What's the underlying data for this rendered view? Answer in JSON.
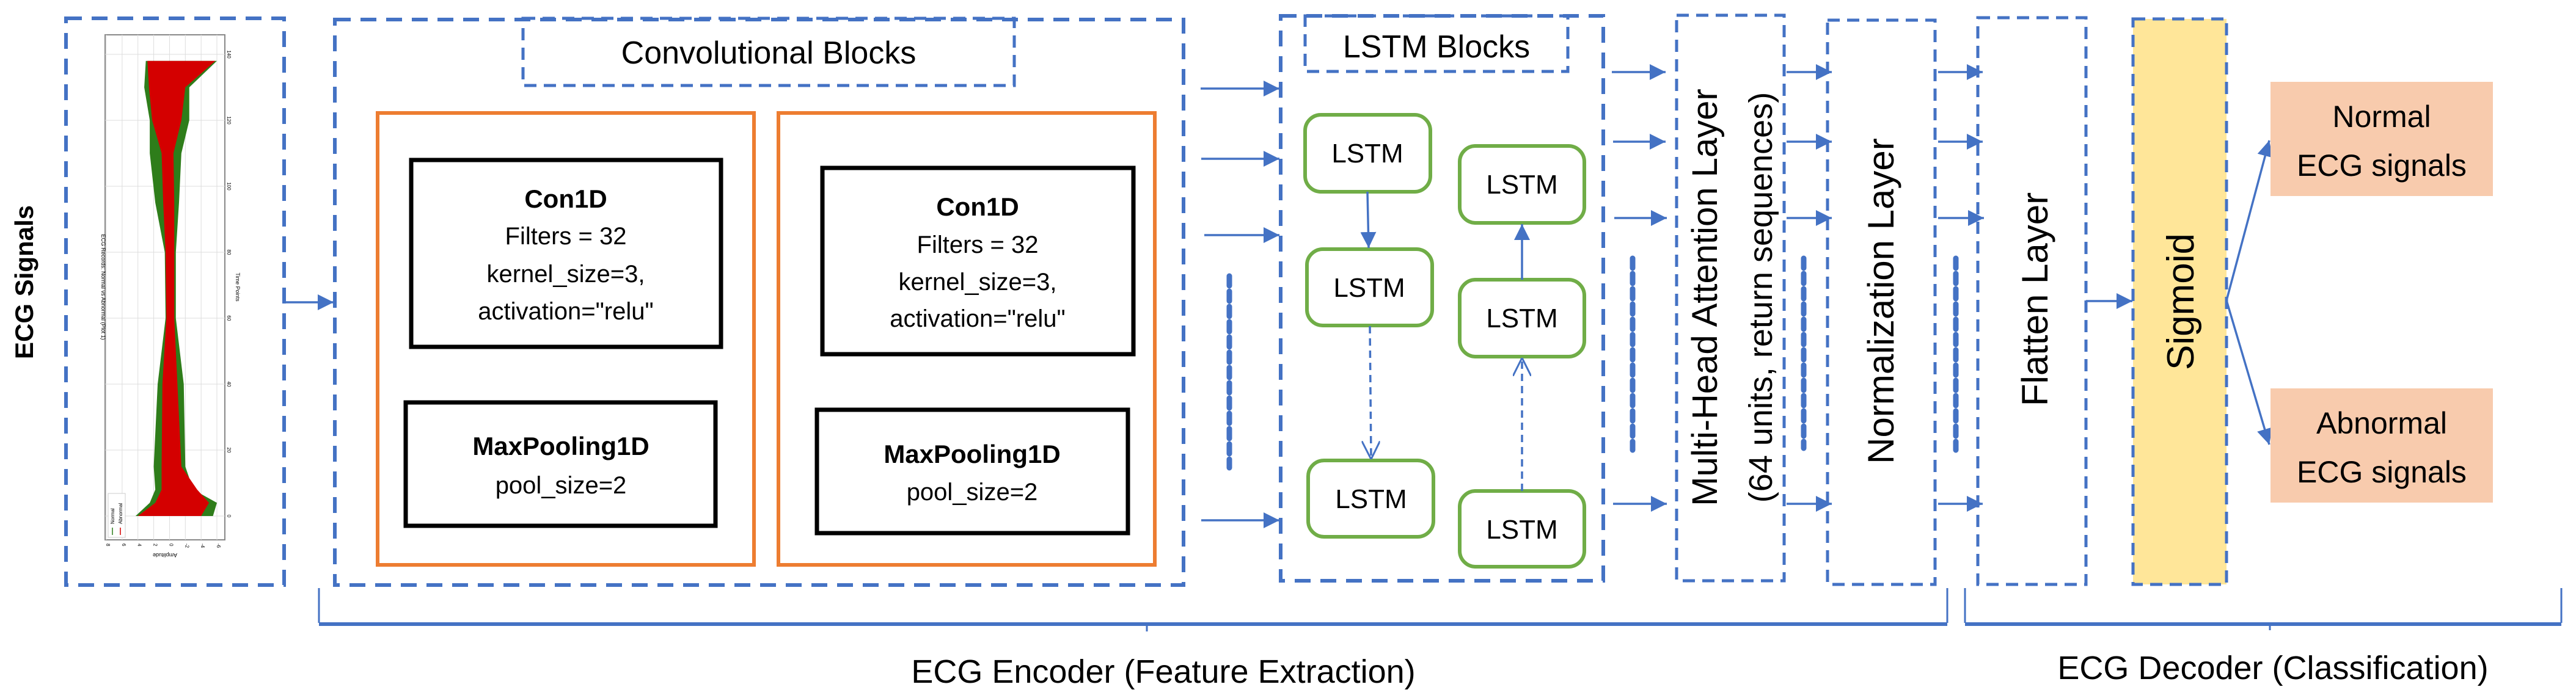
{
  "input": {
    "side_label": "ECG Signals",
    "plot": {
      "title": "ECG Records: Normal vs Abnormal (Plot 1)",
      "xlabel": "Time Points",
      "ylabel": "Amplitude",
      "time_ticks": [
        "0",
        "20",
        "40",
        "60",
        "80",
        "100",
        "120",
        "140"
      ],
      "amplitude_ticks": [
        "8",
        "6",
        "4",
        "2",
        "0",
        "-2",
        "-4",
        "-6"
      ],
      "legend": [
        "Normal",
        "Abnormal"
      ],
      "colors": {
        "normal": "#2E7D1A",
        "abnormal": "#D40000"
      }
    }
  },
  "conv": {
    "title": "Convolutional Blocks",
    "blocks": [
      {
        "conv_name": "Con1D",
        "filters": "Filters = 32",
        "kernel": "kernel_size=3,",
        "activation": "activation=\"relu\"",
        "pool_name": "MaxPooling1D",
        "pool_size": "pool_size=2"
      },
      {
        "conv_name": "Con1D",
        "filters": "Filters = 32",
        "kernel": "kernel_size=3,",
        "activation": "activation=\"relu\"",
        "pool_name": "MaxPooling1D",
        "pool_size": "pool_size=2"
      }
    ]
  },
  "lstm": {
    "title": "LSTM Blocks",
    "cells": [
      "LSTM",
      "LSTM",
      "LSTM",
      "LSTM",
      "LSTM",
      "LSTM"
    ]
  },
  "attention": {
    "line1": "Multi-Head Attention Layer",
    "line2": "(64 units, return sequences)"
  },
  "normalization": {
    "label": "Normalization Layer"
  },
  "flatten": {
    "label": "Flatten Layer"
  },
  "sigmoid": {
    "label": "Sigmoid"
  },
  "outputs": [
    {
      "line1": "Normal",
      "line2": "ECG signals"
    },
    {
      "line1": "Abnormal",
      "line2": "ECG signals"
    }
  ],
  "groups": {
    "encoder": "ECG Encoder (Feature Extraction)",
    "decoder": "ECG Decoder (Classification)"
  },
  "colors": {
    "dashed_border": "#4472C4",
    "conv_block_border": "#ED7D31",
    "lstm_border": "#70AD47",
    "sigmoid_fill": "#FFE699",
    "output_fill": "#F8CBAD"
  }
}
